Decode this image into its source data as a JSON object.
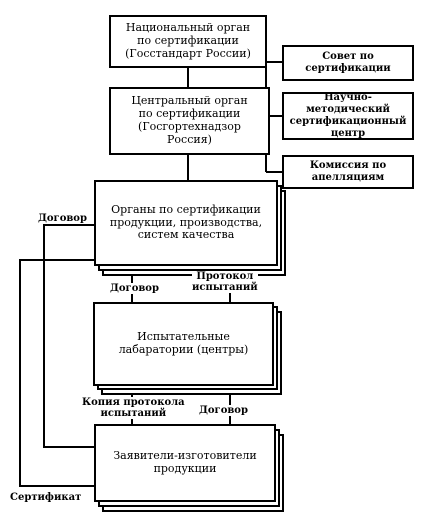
{
  "boxes": {
    "national": "Национальный орган\nпо сертификации\n(Госстандарт России)",
    "central": "Центральный орган\nпо сертификации\n(Госгортехнадзор\nРоссия)",
    "council": "Совет по\nсертификации",
    "research": "Научно-методический\nсертификационный\nцентр",
    "appeals": "Комиссия по\nапелляциям",
    "bodies": "Органы по сертификации\nпродукции, производства,\nсистем качества",
    "labs": "Испытательные\nлабаратории (центры)",
    "applicants": "Заявители-изготовители\nпродукции"
  },
  "labels": {
    "contract_left": "Договор",
    "contract_mid": "Договор",
    "protocol": "Протокол\nиспытаний",
    "copy_protocol": "Копия протокола\nиспытаний",
    "contract_low": "Договор",
    "certificate": "Сертификат"
  }
}
